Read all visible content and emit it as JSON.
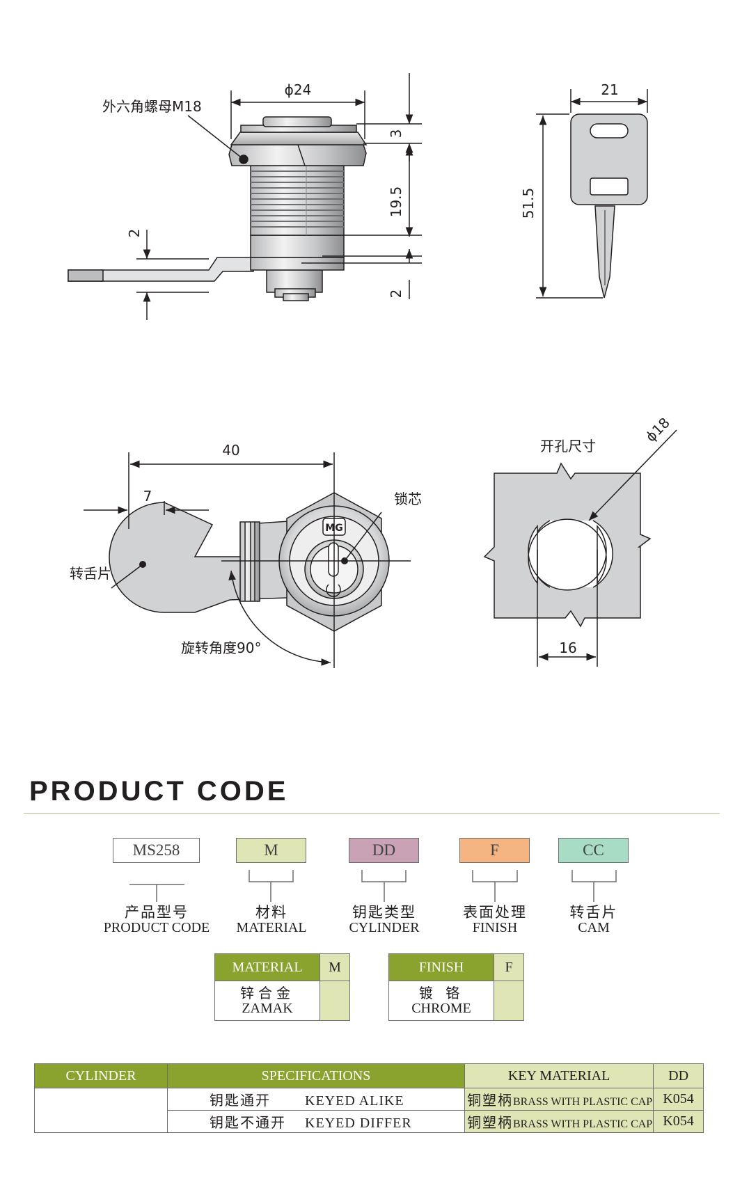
{
  "drawing": {
    "nut_label": "外六角螺母M18",
    "dim_phi24": "ϕ24",
    "dim_3": "3",
    "dim_19_5": "19.5",
    "dim_2_left": "2",
    "dim_2_right": "2",
    "dim_21": "21",
    "dim_51_5": "51.5",
    "dim_40": "40",
    "dim_7": "7",
    "core_label": "锁芯",
    "cam_label": "转舌片",
    "rotation_label": "旋转角度90°",
    "hole_label": "开孔尺寸",
    "dim_phi18": "ϕ18",
    "dim_16": "16",
    "logo_text": "MG"
  },
  "product_code": {
    "title": "PRODUCT CODE",
    "boxes": [
      {
        "code": "MS258",
        "cn": "产品型号",
        "en": "PRODUCT CODE",
        "color": "#ffffff"
      },
      {
        "code": "M",
        "cn": "材料",
        "en": "MATERIAL",
        "color": "#dfe5b4"
      },
      {
        "code": "DD",
        "cn": "钥匙类型",
        "en": "CYLINDER",
        "color": "#c9a3b5"
      },
      {
        "code": "F",
        "cn": "表面处理",
        "en": "FINISH",
        "color": "#f5b582"
      },
      {
        "code": "CC",
        "cn": "转舌片",
        "en": "CAM",
        "color": "#a8dcc5"
      }
    ]
  },
  "material_table": {
    "header": "MATERIAL",
    "code": "M",
    "value_cn": "锌合金",
    "value_en": "ZAMAK"
  },
  "finish_table": {
    "header": "FINISH",
    "code": "F",
    "value_cn": "镀 铬",
    "value_en": "CHROME"
  },
  "spec_table": {
    "headers": {
      "cylinder": "CYLINDER",
      "specifications": "SPECIFICATIONS",
      "key_material": "KEY MATERIAL",
      "dd": "DD"
    },
    "rows": [
      {
        "spec_cn": "钥匙通开",
        "spec_en": "KEYED ALIKE",
        "material_cn": "铜塑柄",
        "material_en": "BRASS WITH PLASTIC CAP",
        "dd": "K054"
      },
      {
        "spec_cn": "钥匙不通开",
        "spec_en": "KEYED DIFFER",
        "material_cn": "铜塑柄",
        "material_en": "BRASS WITH PLASTIC CAP",
        "dd": "K054"
      }
    ]
  }
}
